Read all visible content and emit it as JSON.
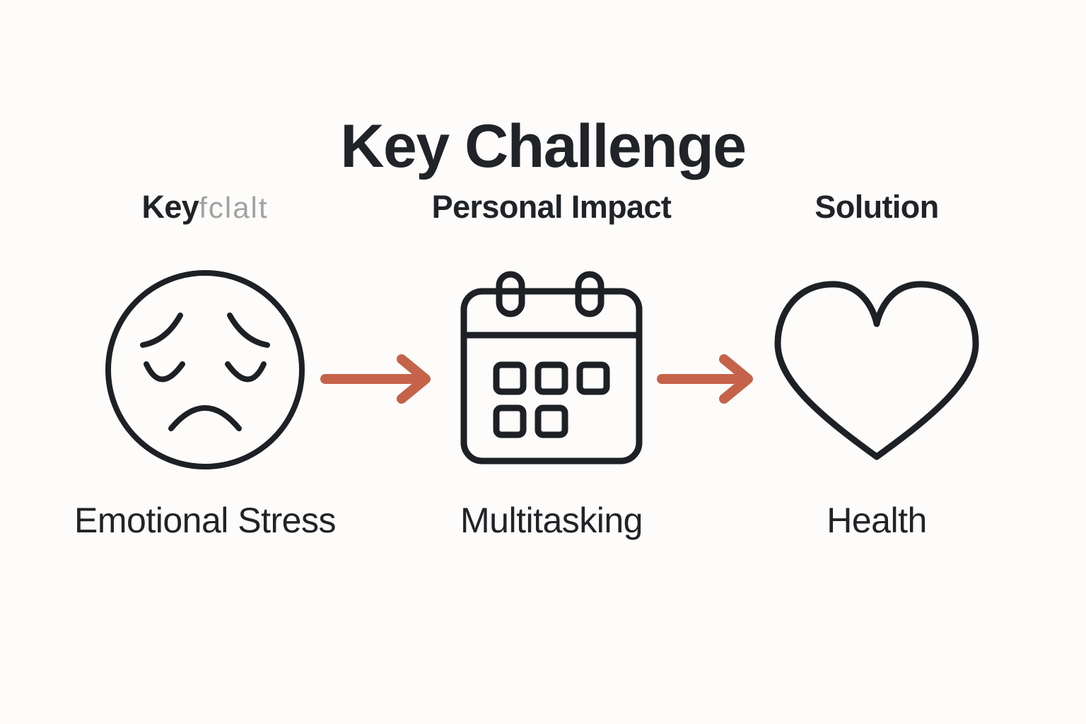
{
  "page": {
    "title": "Key Challenge",
    "background_color": "#fdfcfa",
    "text_color": "#202327",
    "accent_color": "#c4634a",
    "ghost_text_color": "#a2a2a2"
  },
  "flow": {
    "stages": [
      {
        "header": "Key",
        "header_ghost": "fclalt",
        "icon": "sad-face-icon",
        "label": "Emotional Stress"
      },
      {
        "header": "Personal Impact",
        "header_ghost": "",
        "icon": "calendar-icon",
        "label": "Multitasking"
      },
      {
        "header": "Solution",
        "header_ghost": "",
        "icon": "heart-icon",
        "label": "Health"
      }
    ],
    "connectors": [
      {
        "icon": "arrow-right-icon",
        "color": "#c4634a"
      },
      {
        "icon": "arrow-right-icon",
        "color": "#c4634a"
      }
    ]
  }
}
